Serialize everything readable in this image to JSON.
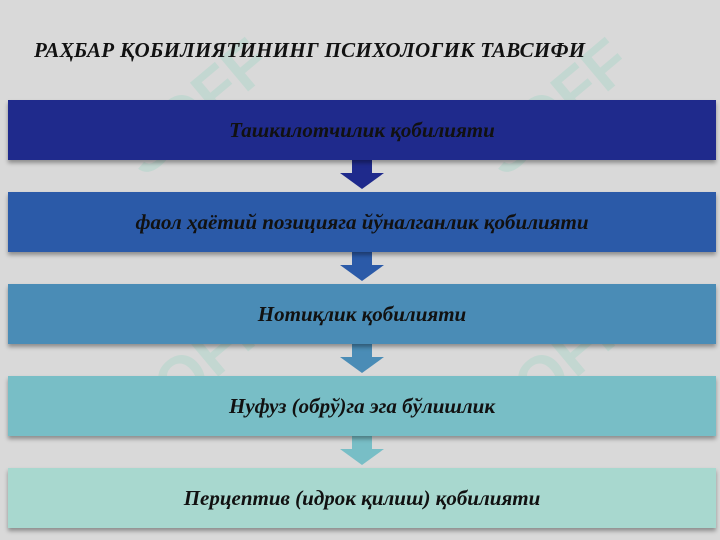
{
  "title": "РАҲБАР ҚОБИЛИЯТИНИНГ ПСИХОЛОГИК ТАВСИФИ",
  "watermark": "SOFF",
  "steps": [
    {
      "label": "Ташкилотчилик қобилияти",
      "color": "#1f2a8c"
    },
    {
      "label": "фаол ҳаётий позицияга йўналганлик қобилияти",
      "color": "#2b5aa8"
    },
    {
      "label": "Нотиқлик қобилияти",
      "color": "#4a8cb6"
    },
    {
      "label": "Нуфуз (обрў)га эга бўлишлик",
      "color": "#78bec6"
    },
    {
      "label": "Перцептив (идрок қилиш) қобилияти",
      "color": "#a8d8cf"
    }
  ]
}
